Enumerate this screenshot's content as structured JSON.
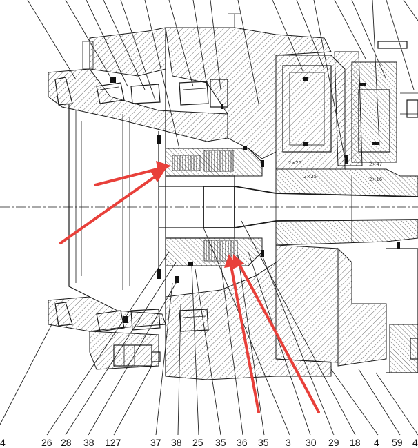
{
  "diagram": {
    "bottom_callouts": [
      "4",
      "26",
      "28",
      "38",
      "127",
      "37",
      "38",
      "25",
      "35",
      "36",
      "35",
      "3",
      "30",
      "29",
      "18",
      "4",
      "59",
      "4"
    ],
    "dimension_notes": [
      "2×25",
      "2×25",
      "2×47",
      "2×16"
    ],
    "colors": {
      "line": "#1a1a1a",
      "arrow": "#e8403a",
      "background": "#ffffff"
    }
  }
}
